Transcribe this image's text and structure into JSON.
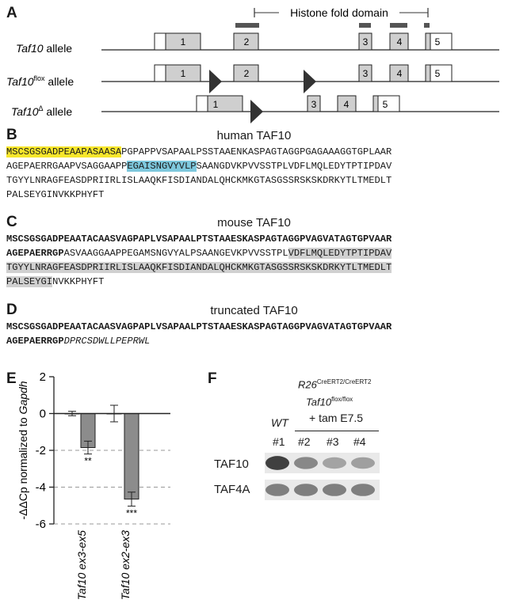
{
  "panels": {
    "a": "A",
    "b": "B",
    "c": "C",
    "d": "D",
    "e": "E",
    "f": "F"
  },
  "panel_a": {
    "domain_label": "Histone fold domain",
    "allele_rows": [
      {
        "name": "Taf10",
        "sup": "",
        "suffix": " allele"
      },
      {
        "name": "Taf10",
        "sup": "flox",
        "suffix": " allele"
      },
      {
        "name": "Taf10",
        "sup": "Δ",
        "suffix": " allele"
      }
    ],
    "exons": [
      "1",
      "2",
      "3",
      "4",
      "5"
    ]
  },
  "panel_b": {
    "title": "human TAF10",
    "lines": [
      [
        {
          "t": "MSCSGSGADPEAAPASAASA",
          "s": "yellow"
        },
        {
          "t": "PGPAPPVSAPAALPSSTAAENKASPAGTAGGPGAGAAAGGTGPLAAR",
          "s": ""
        }
      ],
      [
        {
          "t": "AGEPAERRGAAPVSAGGAAPP",
          "s": ""
        },
        {
          "t": "EGAISNGVYVLP",
          "s": "blue"
        },
        {
          "t": "SAANGDVKPVVSSTPLVDFLMQLEDYTPTIPDAV",
          "s": ""
        }
      ],
      [
        {
          "t": "TGYYLNRAGFEASDPRIIRLISLAAQKFISDIANDALQHCKMKGTASGSSRSKSKDRKYTLTMEDLT",
          "s": ""
        }
      ],
      [
        {
          "t": "PALSEYGINVKKPHYFT",
          "s": ""
        }
      ]
    ]
  },
  "panel_c": {
    "title": "mouse TAF10",
    "lines": [
      [
        {
          "t": "MSCSGSGADPEAATACAASVAGPAPLVSAPAALPTSTAAESKASPAGTAGGPVAGVATAGTGPVAAR",
          "s": "bold"
        }
      ],
      [
        {
          "t": "AGEPAERRGP",
          "s": "bold"
        },
        {
          "t": "ASVAAGGAAPPEGAMSNGVYALPSAANGEVKPVVSSTPL",
          "s": ""
        },
        {
          "t": "VDFLMQLEDYTPTIPDAV",
          "s": "gray"
        }
      ],
      [
        {
          "t": "TGYYLNRAGFEASDPRIIRLISLAAQKFISDIANDALQHCKMKGTASGSSRSKSKDRKYTLTMEDLT",
          "s": "gray"
        }
      ],
      [
        {
          "t": "PALSEYGI",
          "s": "gray"
        },
        {
          "t": "NVKKPHYFT",
          "s": ""
        }
      ]
    ]
  },
  "panel_d": {
    "title": "truncated TAF10",
    "lines": [
      [
        {
          "t": "MSCSGSGADPEAATACAASVAGPAPLVSAPAALPTSTAAESKASPAGTAGGPVAGVATAGTGPVAAR",
          "s": "bold"
        }
      ],
      [
        {
          "t": "AGEPAERRGP",
          "s": "bold"
        },
        {
          "t": "DPRCSDWLLPEPRWL",
          "s": "ital"
        }
      ]
    ]
  },
  "chart_data": {
    "type": "bar",
    "ylabel_parts": [
      "-ΔΔCp normalized to ",
      "Gapdh"
    ],
    "ylim": [
      -6,
      2
    ],
    "yticks": [
      "2",
      "0",
      "-2",
      "-4",
      "-6"
    ],
    "groups": [
      {
        "label": "Taf10 ex3-ex5",
        "values": [
          0.0,
          -1.85
        ],
        "errors": [
          0.12,
          0.35
        ],
        "significance": [
          "",
          "**"
        ]
      },
      {
        "label": "Taf10 ex2-ex3",
        "values": [
          0.0,
          -4.65
        ],
        "errors": [
          0.45,
          0.38
        ],
        "significance": [
          "",
          "***"
        ]
      }
    ],
    "series_colors": [
      "#ffffff",
      "#8c8c8c"
    ],
    "grid": "dashed at -2, -4, -6"
  },
  "panel_f": {
    "genotype_line1": {
      "base": "R26",
      "sup": "CreERT2/CreERT2"
    },
    "genotype_line2": {
      "base": "Taf10",
      "sup": "flox/flox"
    },
    "treatment": "+ tam E7.5",
    "wt_label": "WT",
    "lanes": [
      "#1",
      "#2",
      "#3",
      "#4"
    ],
    "blots": [
      {
        "label": "TAF10",
        "intensities": [
          0.95,
          0.55,
          0.4,
          0.42
        ]
      },
      {
        "label": "TAF4A",
        "intensities": [
          0.6,
          0.6,
          0.6,
          0.6
        ]
      }
    ]
  }
}
